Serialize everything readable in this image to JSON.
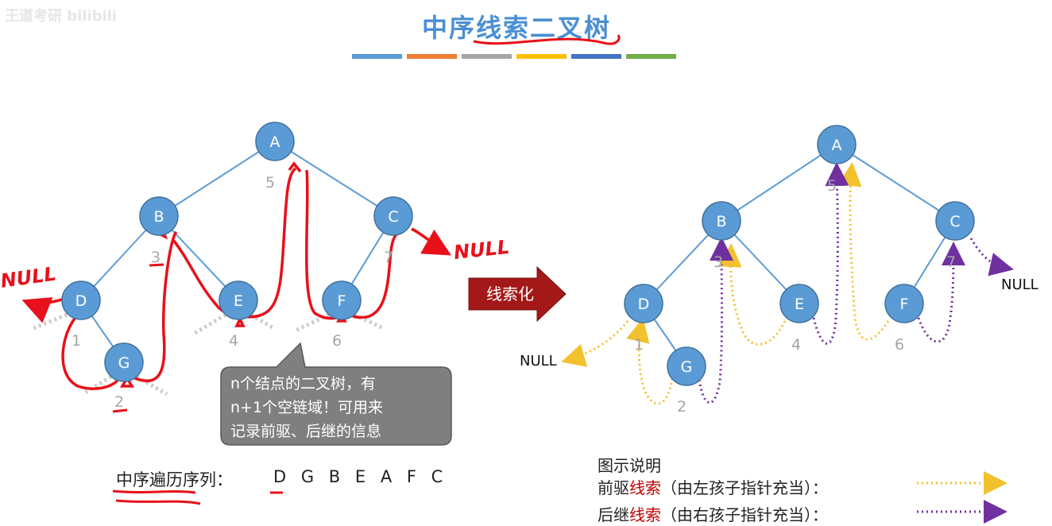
{
  "title": "中序线索二叉树",
  "watermark": "王道考研 bilibili",
  "color_bar": [
    "#5b9bd5",
    "#ed7d31",
    "#a5a5a5",
    "#ffc000",
    "#4472c4",
    "#70ad47"
  ],
  "left_tree": {
    "nodes": [
      "A",
      "B",
      "C",
      "D",
      "E",
      "F",
      "G"
    ],
    "order_numbers": [
      "1",
      "2",
      "3",
      "4",
      "5",
      "6",
      "7"
    ],
    "null_labels": [
      "NULL",
      "NULL"
    ]
  },
  "callout": {
    "lines": [
      "n个结点的二叉树，有",
      "n+1个空链域！可用来",
      "记录前驱、后继的信息"
    ]
  },
  "arrow_label": "线索化",
  "sequence": {
    "label": "中序遍历序列：",
    "value": "D G B E A F C"
  },
  "right_tree": {
    "nodes": [
      "A",
      "B",
      "C",
      "D",
      "E",
      "F",
      "G"
    ],
    "order_numbers": [
      "1",
      "2",
      "3",
      "4",
      "5",
      "6",
      "7"
    ],
    "null_labels": [
      "NULL",
      "NULL"
    ]
  },
  "legend": {
    "title": "图示说明",
    "pred_prefix": "前驱",
    "pred_red": "线索",
    "pred_suffix": "（由左孩子指针充当）：",
    "succ_prefix": "后继",
    "succ_red": "线索",
    "succ_suffix": "（由右孩子指针充当）：",
    "pred_color": "#f2c12e",
    "succ_color": "#7030a0"
  },
  "node_color": "#5b9bd5",
  "annotation_color": "#e8101a"
}
